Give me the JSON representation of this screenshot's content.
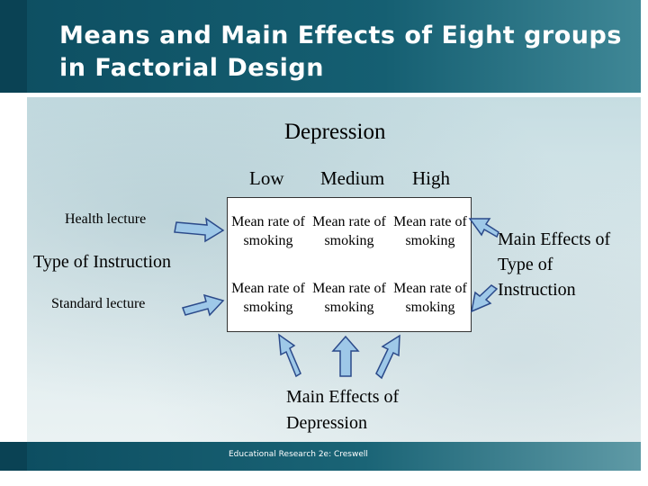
{
  "title": "Means and Main Effects of Eight groups in Factorial Design",
  "column_factor": "Depression",
  "column_levels": [
    "Low",
    "Medium",
    "High"
  ],
  "row_factor": "Type of Instruction",
  "row_levels": [
    "Health lecture",
    "Standard lecture"
  ],
  "cell_text": "Mean rate of smoking",
  "cells": [
    [
      "Mean rate of smoking",
      "Mean rate of smoking",
      "Mean rate of smoking"
    ],
    [
      "Mean rate of smoking",
      "Mean rate of smoking",
      "Mean rate of smoking"
    ]
  ],
  "main_effect_row": "Main Effects of Type of Instruction",
  "main_effect_col": "Main Effects of Depression",
  "footer": "Educational Research 2e: Creswell",
  "colors": {
    "title_band": "#0d4e61",
    "arrow_fill": "#9ec8e8",
    "arrow_stroke": "#2b4a8a"
  }
}
